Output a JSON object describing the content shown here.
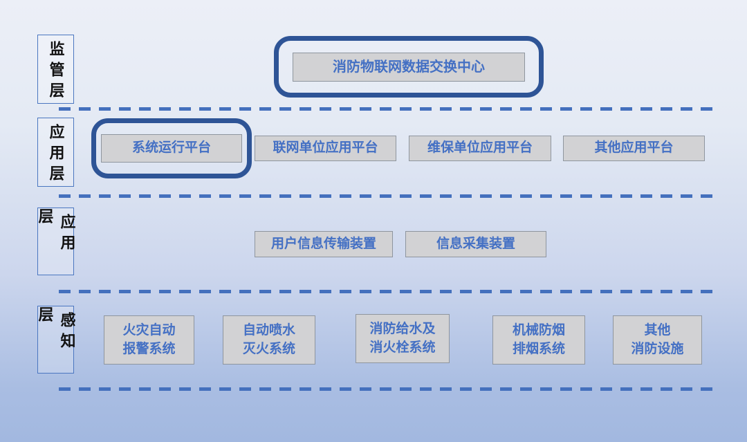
{
  "diagram": {
    "layers": [
      {
        "label": "监管层",
        "items": [
          {
            "text": "消防物联网数据交换中心"
          }
        ]
      },
      {
        "label": "应用层",
        "items": [
          {
            "text": "系统运行平台"
          },
          {
            "text": "联网单位应用平台"
          },
          {
            "text": "维保单位应用平台"
          },
          {
            "text": "其他应用平台"
          }
        ]
      },
      {
        "label": "应用层",
        "items": [
          {
            "text": "用户信息传输装置"
          },
          {
            "text": "信息采集装置"
          }
        ]
      },
      {
        "label": "感知层",
        "items": [
          {
            "text": [
              "火灾自动",
              "报警系统"
            ]
          },
          {
            "text": [
              "自动喷水",
              "灭火系统"
            ]
          },
          {
            "text": [
              "消防给水及",
              "消火栓系统"
            ]
          },
          {
            "text": [
              "机械防烟",
              "排烟系统"
            ]
          },
          {
            "text": [
              "其他",
              "消防设施"
            ]
          }
        ]
      }
    ],
    "colors": {
      "highlight_border": "#2e5496",
      "box_fill": "#d2d2d4",
      "box_border": "#8e959e",
      "box_text": "#4470c4",
      "dash_line": "#4470bd",
      "label_border": "#4a76c0",
      "label_text": "#111111",
      "background_top": "#eceff7",
      "background_bottom": "#a2b8e0"
    }
  }
}
